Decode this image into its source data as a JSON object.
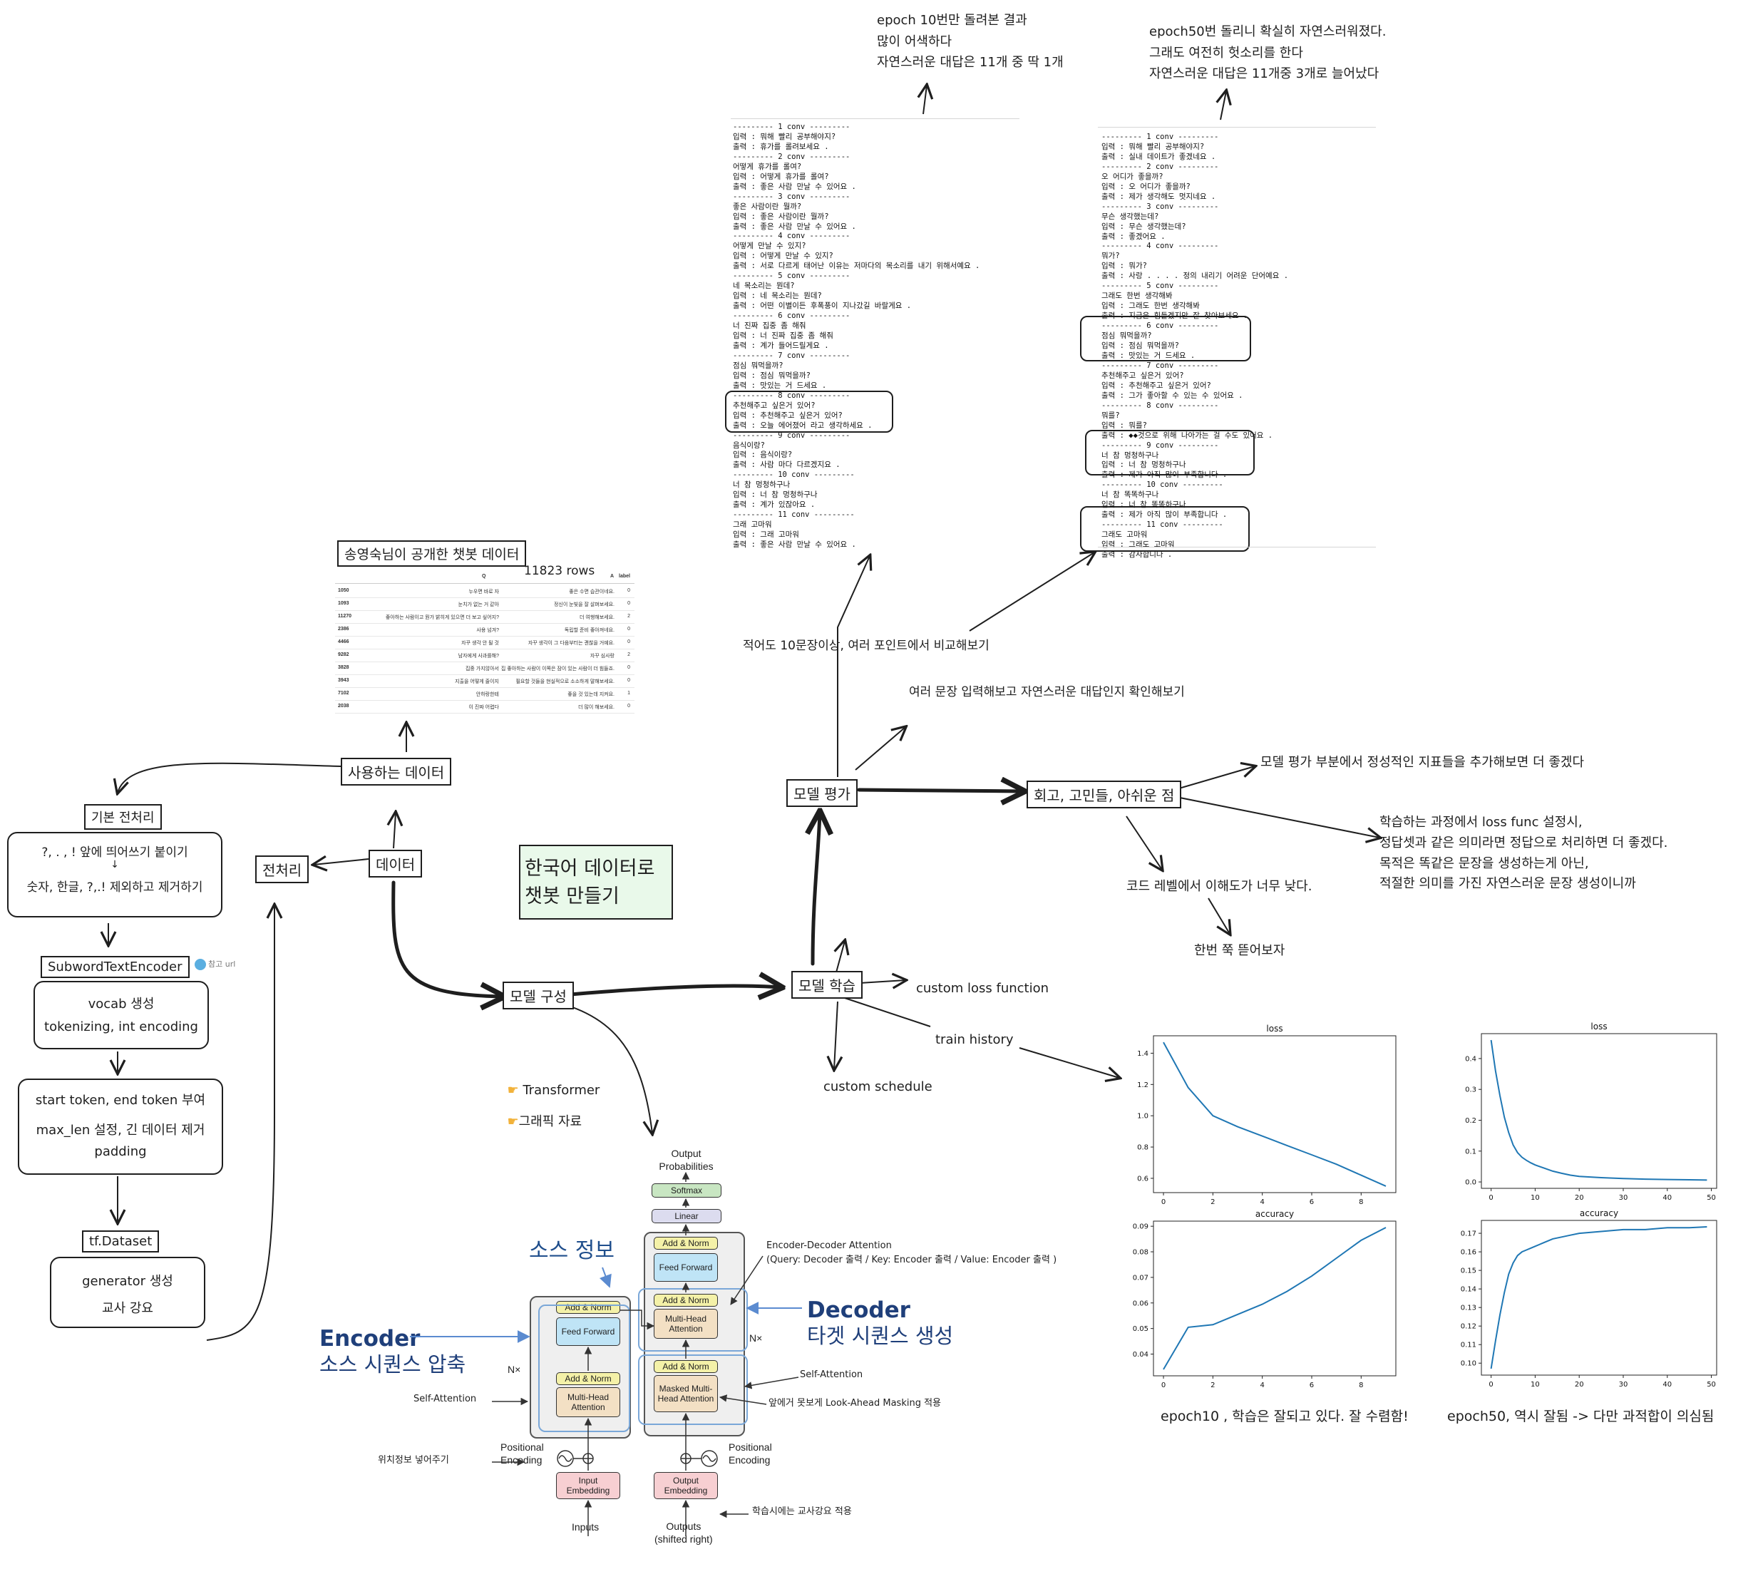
{
  "title": "한국어 데이터로\n챗봇 만들기",
  "nodes": {
    "data": "데이터",
    "used_data": "사용하는 데이터",
    "preprocess": "전처리",
    "basic_pre": "기본 전처리",
    "basic_pre_steps": [
      "?, . , ! 앞에 띄어쓰기 붙이기",
      "숫자, 한글, ?,.! 제외하고 제거하기"
    ],
    "subword": "SubwordTextEncoder",
    "ref_url": "참고 url",
    "subword_steps": [
      "vocab 생성",
      "tokenizing, int encoding"
    ],
    "token_steps": [
      "start token, end token 부여",
      "max_len 설정, 긴 데이터 제거",
      "padding"
    ],
    "tfdataset": "tf.Dataset",
    "tfdataset_steps": [
      "generator 생성",
      "교사 강요"
    ],
    "model_build": "모델 구성",
    "model_train": "모델 학습",
    "model_eval": "모델 평가",
    "retro": "회고, 고민들, 아쉬운 점",
    "transformer_link": "Transformer",
    "graphic_link": "그래픽 자료"
  },
  "train_notes": {
    "loss": "custom loss function",
    "schedule": "custom schedule",
    "history": "train history"
  },
  "eval_notes": {
    "sentences": "여러 문장 입력해보고 자연스러운 대답인지 확인해보기",
    "points": "적어도 10문장이상, 여러 포인트에서 비교해보기"
  },
  "retro_notes": {
    "metrics": "모델 평가 부분에서 정성적인 지표들을 추가해보면 더 좋겠다",
    "loss_func": "학습하는 과정에서 loss func 설정시,\n정답셋과 같은 의미라면 정답으로 처리하면 더 좋겠다.\n목적은 똑같은 문장을 생성하는게 아닌,\n적절한 의미를 가진 자연스러운 문장 생성이니까",
    "code": "코드 레벨에서 이해도가 너무 낮다.",
    "dig": "한번 쭉 뜯어보자"
  },
  "dataset": {
    "title": "송영숙님이 공개한 챗봇 데이터",
    "rows_label": "11823 rows",
    "columns": [
      "",
      "Q",
      "A",
      "label"
    ],
    "rows": [
      [
        "1050",
        "누우면 바로 자",
        "좋은 수면 습관이네요.",
        "0"
      ],
      [
        "1093",
        "눈치가 없는 거 같아",
        "정신이 눈빛을 잘 살펴보세요.",
        "0"
      ],
      [
        "11270",
        "좋아하는 사람이고 뭔가 밝히게 있으면 더 보고 싶어지?",
        "더 여행해보세요.",
        "2"
      ],
      [
        "2386",
        "사용 넘겨?",
        "독립할 준비 좋아져네요.",
        "0"
      ],
      [
        "4466",
        "자꾸 생각 안 될 것",
        "자꾸 생각이 그 다음부터는 괜찮을 거예요.",
        "0"
      ],
      [
        "9282",
        "남자에게 사과를해?",
        "자꾸 심사랑",
        "2"
      ],
      [
        "3828",
        "집중 가지않아서",
        "집 좋아하는 사람이 이쪽은 잠이 있는 사람이 더 힘들죠.",
        "0"
      ],
      [
        "3943",
        "지출을 어떻게 줄이지",
        "필요할 것들을 현실적으로 소소하게 말해보세요.",
        "0"
      ],
      [
        "7102",
        "안하랑한테",
        "좋을 것 있는데 지켜요.",
        "1"
      ],
      [
        "2038",
        "이 진짜 어렵다",
        "더 많이 해보세요.",
        "0"
      ]
    ]
  },
  "epoch10": {
    "note": "epoch 10번만 돌려본 결과\n많이 어색하다\n자연스러운 대답은 11개 중 딱 1개",
    "conversation_log": "--------- 1 conv ---------\n입력 : 뭐해 빨리 공부해야지?\n출력 : 휴가를 롤려보세요 .\n--------- 2 conv ---------\n어떻게 휴가를 롤여?\n입력 : 어떻게 휴가를 롤여?\n출력 : 좋은 사람 만날 수 있어요 .\n--------- 3 conv ---------\n좋은 사람이란 뭘까?\n입력 : 좋은 사람이란 뭘까?\n출력 : 좋은 사람 만날 수 있어요 .\n--------- 4 conv ---------\n어떻게 만날 수 있지?\n입력 : 어떻게 만날 수 있지?\n출력 : 서로 다르게 태어난 이유는 저마다의 목소리를 내기 위해서예요 .\n--------- 5 conv ---------\n네 목소리는 뭔데?\n입력 : 네 목소리는 뭔데?\n출력 : 어떤 이별이든 후폭풍이 지나갔길 바랄게요 .\n--------- 6 conv ---------\n너 진짜 집중 좀 해줘\n입력 : 너 진짜 집중 좀 해줘\n출력 : 계가 들어드릴게요 .\n--------- 7 conv ---------\n점심 뭐먹을까?\n입력 : 점심 뭐먹을까?\n출력 : 맛있는 거 드세요 .\n--------- 8 conv ---------\n추천해주고 싶은거 있어?\n입력 : 추천해주고 싶은거 있어?\n출력 : 오늘 에어졌어 라고 생각하세요 .\n--------- 9 conv ---------\n음식이랑?\n입력 : 음식이랑?\n출력 : 사람 마다 다르겠지요 .\n--------- 10 conv ---------\n너 참 멍청하구나\n입력 : 너 참 멍청하구나\n출력 : 계가 있잖아요 .\n--------- 11 conv ---------\n그래 고마워\n입력 : 그래 고마워\n출력 : 좋은 사람 만날 수 있어요 ."
  },
  "epoch50": {
    "note": "epoch50번 돌리니 확실히 자연스러워졌다.\n그래도 여전히 헛소리를 한다\n자연스러운 대답은 11개중 3개로 늘어났다",
    "conversation_log": "--------- 1 conv ---------\n입력 : 뭐해 빨리 공부해야지?\n출력 : 실내 데이트가 좋겠네요 .\n--------- 2 conv ---------\n오 어디가 좋을까?\n입력 : 오 어디가 좋을까?\n출력 : 제가 생각해도 멋지네요 .\n--------- 3 conv ---------\n무슨 생각했는데?\n입력 : 무슨 생각했는데?\n출력 : 좋겠어요 .\n--------- 4 conv ---------\n뭐가?\n입력 : 뭐가?\n출력 : 사랑 . . . . 정의 내리기 어려운 단어예요 .\n--------- 5 conv ---------\n그래도 한번 생각해봐\n입력 : 그래도 한번 생각해봐\n출력 : 지금은 힘들겠지만 잘 찾아보세요 .\n--------- 6 conv ---------\n점심 뭐먹을까?\n입력 : 점심 뭐먹을까?\n출력 : 맛있는 거 드세요 .\n--------- 7 conv ---------\n추천해주고 싶은거 있어?\n입력 : 추천해주고 싶은거 있어?\n출력 : 그가 좋아할 수 있는 수 있어요 .\n--------- 8 conv ---------\n뭐를?\n입력 : 뭐를?\n출력 : ◆◆것으로 위해 나아가는 걸 수도 있어요 .\n--------- 9 conv ---------\n너 참 멍청하구나\n입력 : 너 참 멍청하구나\n출력 : 제가 아직 많이 부족합니다 .\n--------- 10 conv ---------\n너 참 똑똑하구나\n입력 : 너 참 똑똑하구나\n출력 : 제가 아직 많이 부족합니다 .\n--------- 11 conv ---------\n그래도 고마워\n입력 : 그래도 고마워\n출력 : 감사합니다 ."
  },
  "transformer": {
    "output_probs": "Output\nProbabilities",
    "softmax": "Softmax",
    "linear": "Linear",
    "add_norm": "Add & Norm",
    "feed_forward": "Feed\nForward",
    "mha": "Multi-Head\nAttention",
    "masked_mha": "Masked\nMulti-Head\nAttention",
    "nx": "N×",
    "pos_enc": "Positional\nEncoding",
    "input_emb": "Input\nEmbedding",
    "output_emb": "Output\nEmbedding",
    "inputs": "Inputs",
    "outputs": "Outputs\n(shifted right)",
    "source_info": "소스 정보",
    "encoder": "Encoder",
    "encoder_sub": "소스 시퀀스 압축",
    "decoder": "Decoder",
    "decoder_sub": "타겟 시퀀스 생성",
    "enc_dec_att": "Encoder-Decoder Attention\n(Query: Decoder 출력 / Key: Encoder 출력 / Value: Encoder 출력 )",
    "self_att_dec": "Self-Attention",
    "self_att_enc": "Self-Attention",
    "lookahead": "앞에거 못보게 Look-Ahead Masking 적용",
    "pos_info": "위치정보 넣어주기",
    "teacher": "학습시에는 교사강요 적용"
  },
  "chart_data": [
    {
      "type": "line",
      "title": "loss",
      "caption": "epoch10",
      "x": [
        0,
        1,
        2,
        3,
        4,
        5,
        6,
        7,
        8,
        9
      ],
      "series": [
        {
          "values": [
            1.47,
            1.18,
            1.0,
            0.93,
            0.87,
            0.81,
            0.75,
            0.69,
            0.62,
            0.55
          ]
        }
      ],
      "xlim": [
        0,
        9
      ],
      "ylim": [
        0.55,
        1.47
      ],
      "xticks": [
        0,
        2,
        4,
        6,
        8
      ],
      "yticks": [
        0.6,
        0.8,
        1.0,
        1.2,
        1.4
      ],
      "ytick_labels": [
        "0.6",
        "0.8",
        "1.0",
        "1.2",
        "1.4"
      ],
      "color": "#1f77b4"
    },
    {
      "type": "line",
      "title": "accuracy",
      "caption": "epoch10",
      "x": [
        0,
        1,
        2,
        3,
        4,
        5,
        6,
        7,
        8,
        9
      ],
      "series": [
        {
          "values": [
            0.034,
            0.0505,
            0.0515,
            0.0555,
            0.0595,
            0.0645,
            0.0705,
            0.0775,
            0.0845,
            0.0895
          ]
        }
      ],
      "xlim": [
        0,
        9
      ],
      "ylim": [
        0.034,
        0.0895
      ],
      "xticks": [
        0,
        2,
        4,
        6,
        8
      ],
      "yticks": [
        0.04,
        0.05,
        0.06,
        0.07,
        0.08,
        0.09
      ],
      "ytick_labels": [
        "0.04",
        "0.05",
        "0.06",
        "0.07",
        "0.08",
        "0.09"
      ],
      "color": "#1f77b4"
    },
    {
      "type": "line",
      "title": "loss",
      "caption": "epoch50",
      "x": [
        0,
        1,
        2,
        3,
        4,
        5,
        6,
        7,
        8,
        9,
        10,
        12,
        14,
        16,
        18,
        20,
        25,
        30,
        35,
        40,
        45,
        49
      ],
      "series": [
        {
          "values": [
            0.46,
            0.36,
            0.28,
            0.21,
            0.16,
            0.12,
            0.095,
            0.08,
            0.07,
            0.062,
            0.055,
            0.045,
            0.035,
            0.028,
            0.022,
            0.018,
            0.014,
            0.011,
            0.009,
            0.008,
            0.007,
            0.006
          ]
        }
      ],
      "xlim": [
        0,
        49
      ],
      "ylim": [
        0,
        0.46
      ],
      "xticks": [
        0,
        10,
        20,
        30,
        40,
        50
      ],
      "yticks": [
        0.0,
        0.1,
        0.2,
        0.3,
        0.4
      ],
      "ytick_labels": [
        "0.0",
        "0.1",
        "0.2",
        "0.3",
        "0.4"
      ],
      "color": "#1f77b4"
    },
    {
      "type": "line",
      "title": "accuracy",
      "caption": "epoch50",
      "x": [
        0,
        1,
        2,
        3,
        4,
        5,
        6,
        7,
        8,
        9,
        10,
        12,
        14,
        16,
        18,
        20,
        25,
        30,
        35,
        40,
        45,
        49
      ],
      "series": [
        {
          "values": [
            0.097,
            0.112,
            0.126,
            0.138,
            0.148,
            0.154,
            0.158,
            0.16,
            0.161,
            0.162,
            0.163,
            0.165,
            0.167,
            0.168,
            0.169,
            0.17,
            0.171,
            0.172,
            0.172,
            0.173,
            0.173,
            0.1735
          ]
        }
      ],
      "xlim": [
        0,
        49
      ],
      "ylim": [
        0.097,
        0.1735
      ],
      "xticks": [
        0,
        10,
        20,
        30,
        40,
        50
      ],
      "yticks": [
        0.1,
        0.11,
        0.12,
        0.13,
        0.14,
        0.15,
        0.16,
        0.17
      ],
      "ytick_labels": [
        "0.10",
        "0.11",
        "0.12",
        "0.13",
        "0.14",
        "0.15",
        "0.16",
        "0.17"
      ],
      "color": "#1f77b4"
    }
  ],
  "captions": {
    "epoch10": "epoch10 , 학습은 잘되고 있다. 잘 수렴함!",
    "epoch50": "epoch50, 역시 잘됨 -> 다만 과적합이 의심됨"
  }
}
